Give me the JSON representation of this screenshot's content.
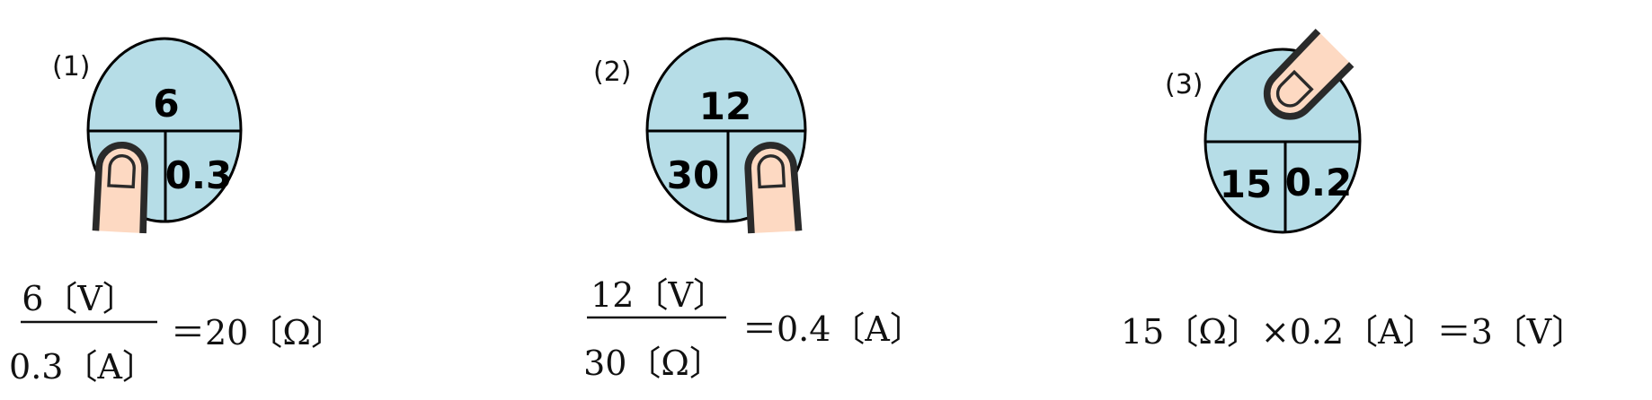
{
  "colors": {
    "circle_fill": "#b6dde7",
    "finger_fill": "#fdd9c2",
    "outline": "#2a2a2a"
  },
  "panels": [
    {
      "label": "(1)",
      "top": "6",
      "bottom_left": "",
      "bottom_right": "0.3",
      "covered": "bottom-left",
      "numerator": "6〔V〕",
      "denominator": "0.3〔A〕",
      "result": "＝20〔Ω〕"
    },
    {
      "label": "(2)",
      "top": "12",
      "bottom_left": "30",
      "bottom_right": "",
      "covered": "bottom-right",
      "numerator": "12〔V〕",
      "denominator": "30〔Ω〕",
      "result": "＝0.4〔A〕"
    },
    {
      "label": "(3)",
      "top": "",
      "bottom_left": "15",
      "bottom_right": "0.2",
      "covered": "top",
      "equation": "15〔Ω〕×0.2〔A〕＝3〔V〕"
    }
  ]
}
